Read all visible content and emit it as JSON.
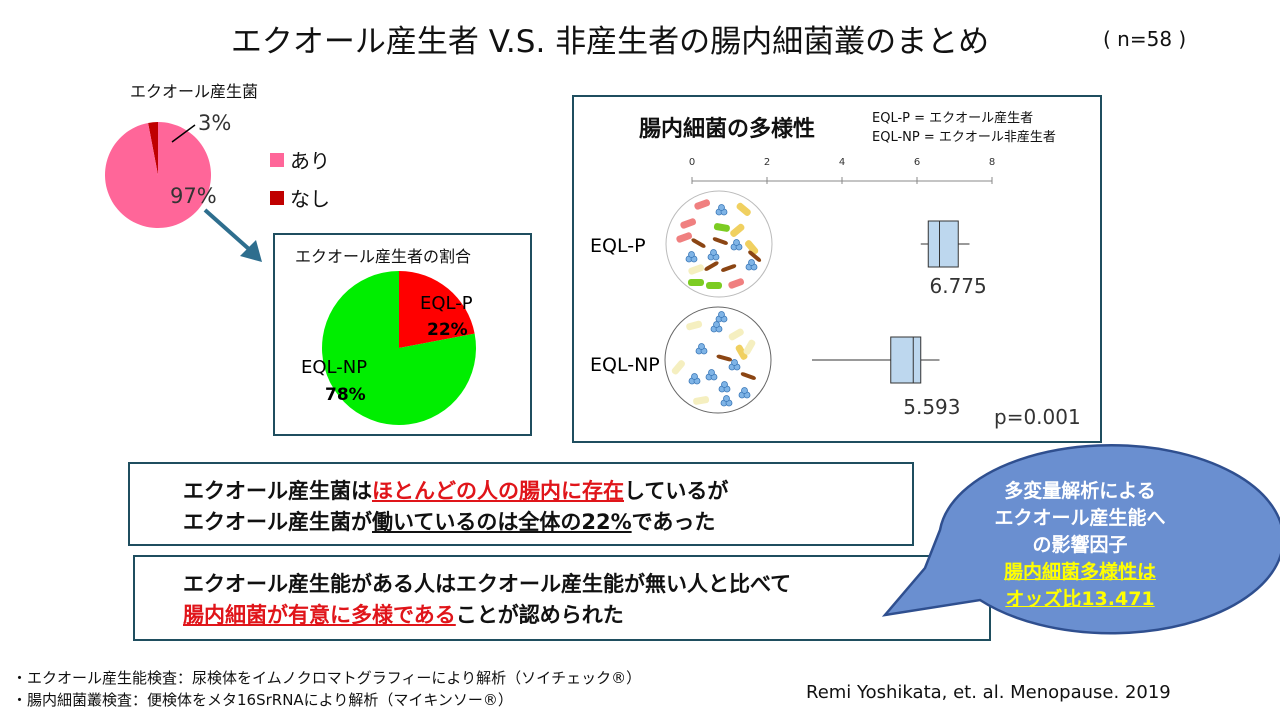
{
  "title": {
    "main": "エクオール産生者 V.S. 非産生者の腸内細菌叢のまとめ",
    "n": "( n=58 )"
  },
  "pie1": {
    "label": "エクオール産生菌",
    "slices": [
      {
        "name": "あり",
        "value": 97,
        "label": "97%",
        "color": "#ff6699"
      },
      {
        "name": "なし",
        "value": 3,
        "label": "3%",
        "color": "#c00000"
      }
    ]
  },
  "pie2": {
    "label": "エクオール産生者の割合",
    "slices": [
      {
        "name": "EQL-P",
        "value": 22,
        "label": "22%",
        "color": "#ff0000"
      },
      {
        "name": "EQL-NP",
        "value": 78,
        "label": "78%",
        "color": "#00ee00"
      }
    ]
  },
  "chart_data": {
    "type": "boxplot",
    "title": "腸内細菌の多様性",
    "legend_lines": [
      "EQL-P = エクオール産生者",
      "EQL-NP = エクオール非産生者"
    ],
    "xlim": [
      0,
      8
    ],
    "ticks": [
      "0",
      "2",
      "4",
      "6",
      "8"
    ],
    "tick_values": [
      0,
      2,
      4,
      6,
      8
    ],
    "series": [
      {
        "name": "EQL-P",
        "whisker_low": 6.1,
        "q1": 6.3,
        "median": 6.6,
        "q3": 7.1,
        "whisker_high": 7.4,
        "label": "6.775"
      },
      {
        "name": "EQL-NP",
        "whisker_low": 3.2,
        "q1": 5.3,
        "median": 5.9,
        "q3": 6.1,
        "whisker_high": 6.6,
        "label": "5.593"
      }
    ],
    "box_color": "#bdd7ee",
    "annotation": "p=0.001"
  },
  "summary1": {
    "line1_a": "エクオール産生菌は",
    "line1_b": "ほとんどの人の腸内に存在",
    "line1_c": "しているが",
    "line2_a": "エクオール産生菌が",
    "line2_b": "働いているのは全体の22%",
    "line2_c": "であった"
  },
  "summary2": {
    "line1": "エクオール産生能がある人はエクオール産生能が無い人と比べて",
    "line2_a": "腸内細菌が有意に多様である",
    "line2_b": "ことが認められた"
  },
  "bubble": {
    "lines": [
      "多変量解析による",
      "エクオール産生能へ",
      "の影響因子"
    ],
    "highlight": [
      "腸内細菌多様性は",
      "オッズ比13.471"
    ]
  },
  "footnotes": [
    "・エクオール産生能検査：尿検体をイムノクロマトグラフィーにより解析（ソイチェック®）",
    "・腸内細菌叢検査：便検体をメタ16SrRNAにより解析（マイキンソー®）"
  ],
  "citation": "Remi Yoshikata, et. al. Menopause. 2019"
}
